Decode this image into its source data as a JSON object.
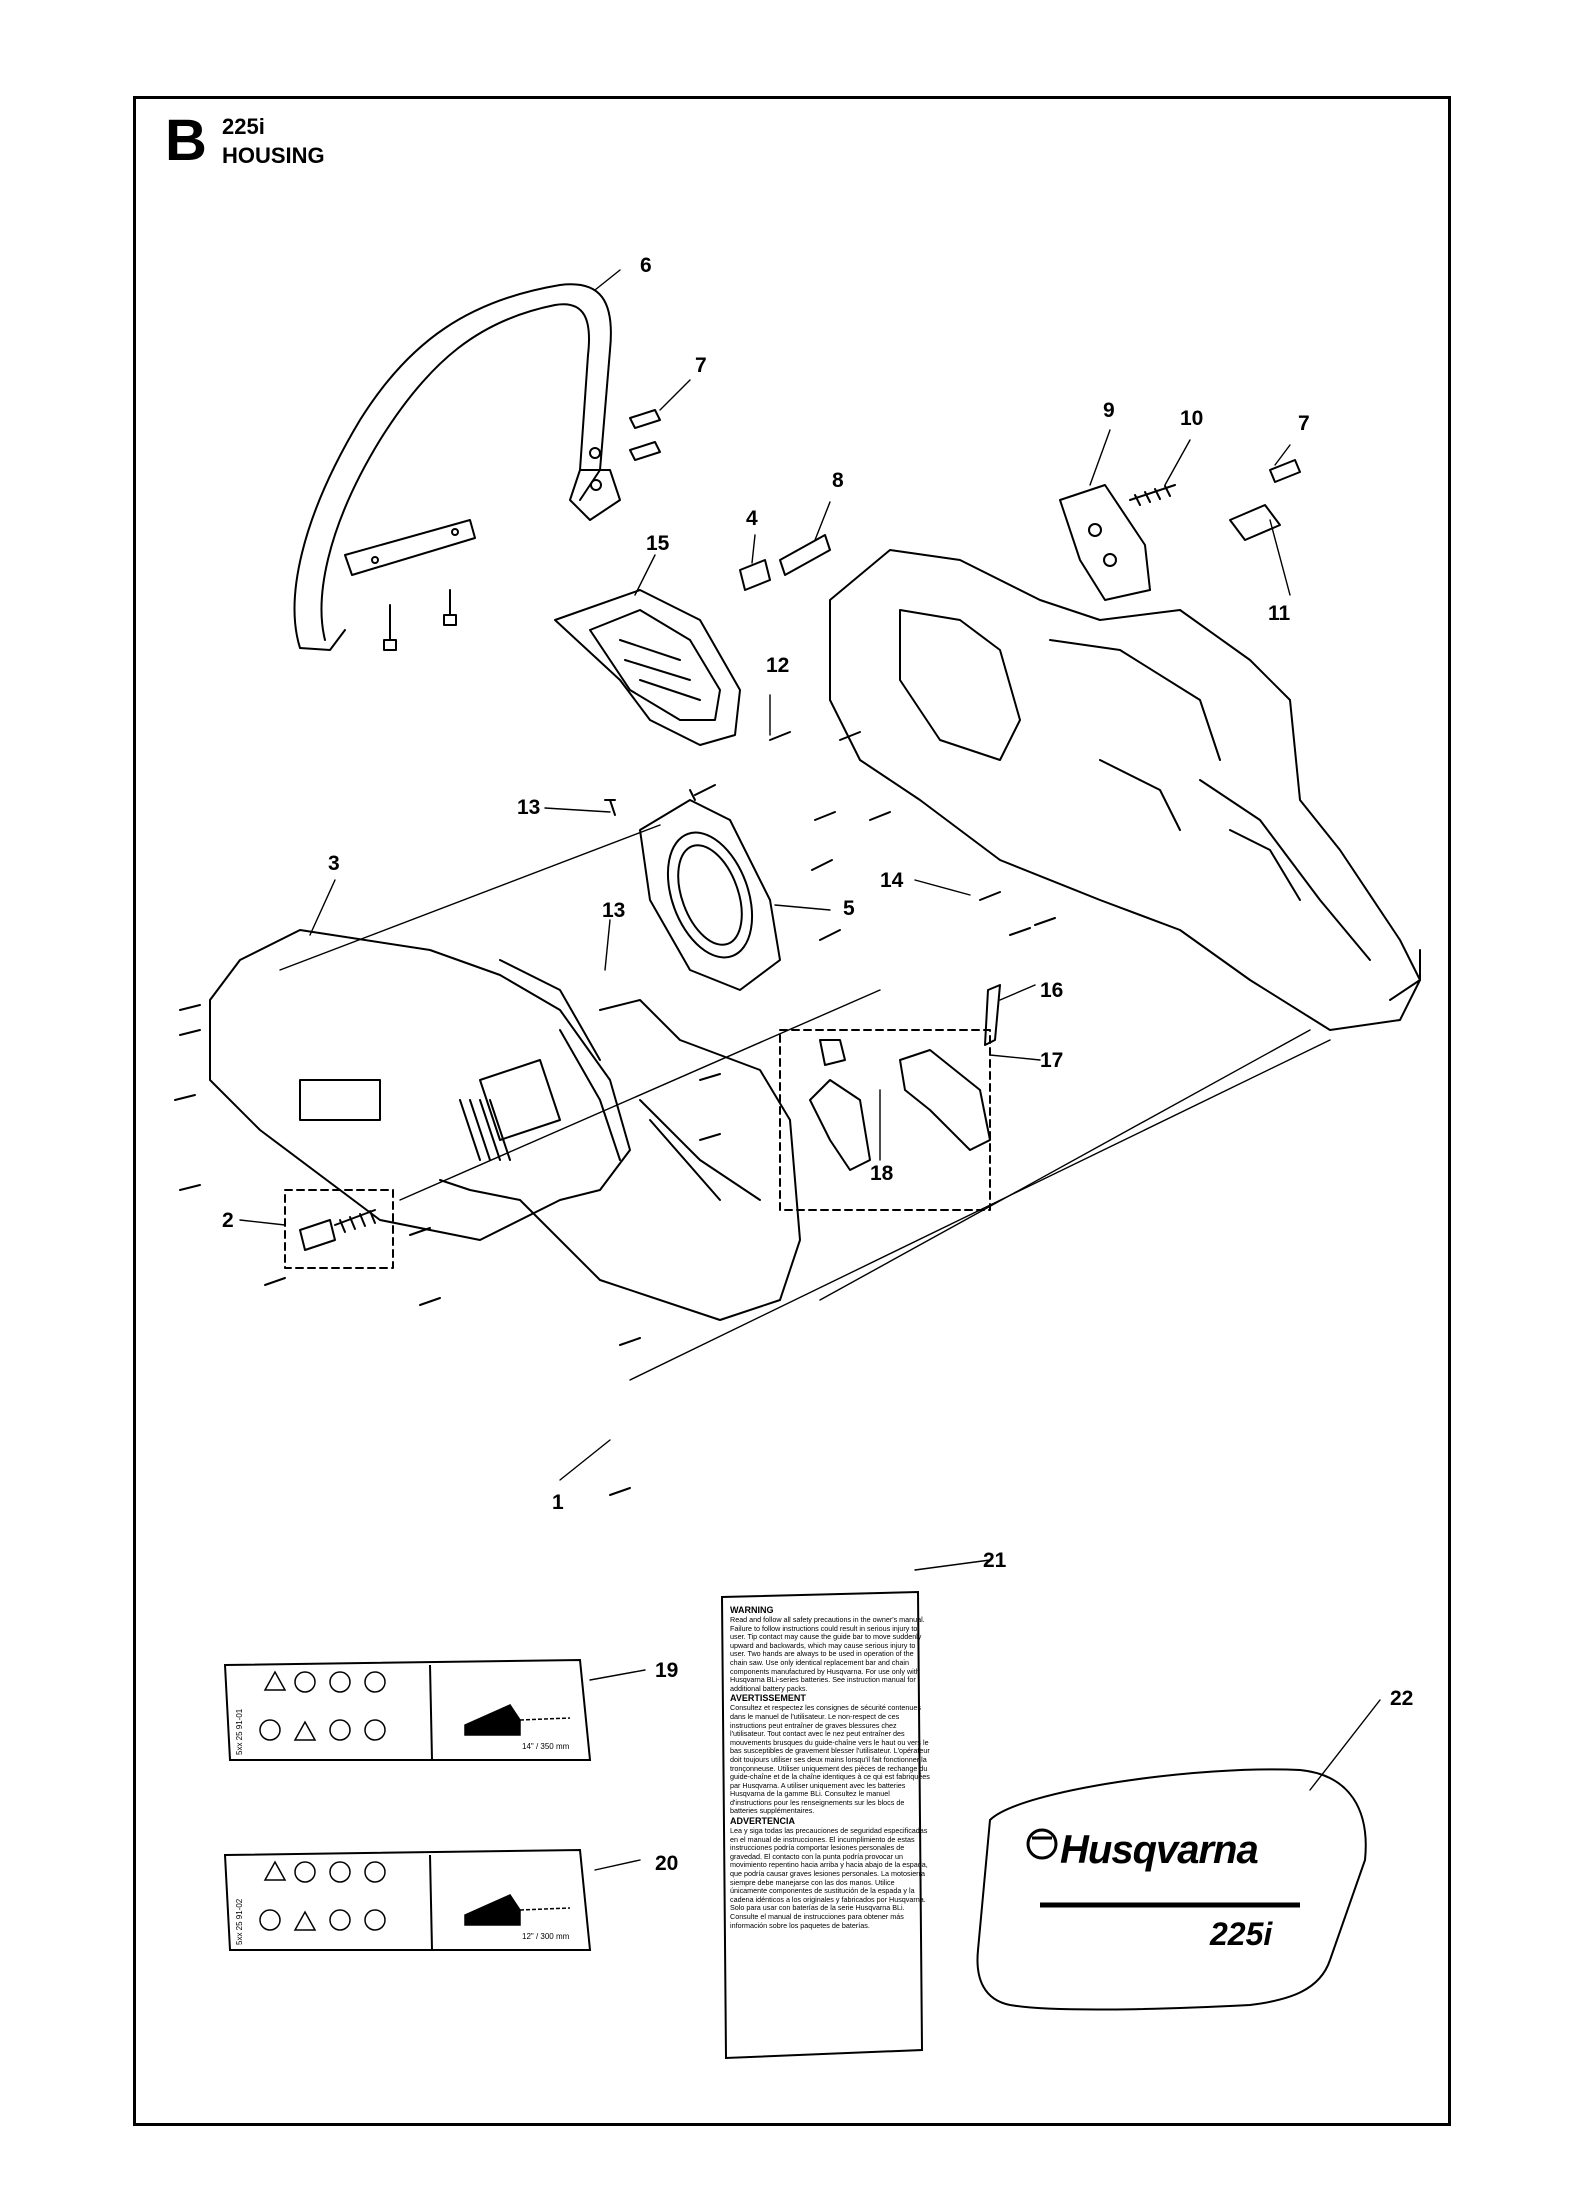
{
  "header": {
    "section_letter": "B",
    "model": "225i",
    "title": "HOUSING"
  },
  "callouts": [
    "1",
    "2",
    "3",
    "4",
    "5",
    "6",
    "7",
    "7",
    "8",
    "9",
    "10",
    "11",
    "12",
    "13",
    "13",
    "14",
    "15",
    "16",
    "17",
    "18",
    "19",
    "20",
    "21",
    "22"
  ],
  "decals": {
    "decal_19": {
      "size_label": "14\" / 350 mm",
      "part_no": "5xx 25 91-01"
    },
    "decal_20": {
      "size_label": "12\" / 300 mm",
      "part_no": "5xx 25 91-02"
    }
  },
  "warning_label": {
    "h1": "WARNING",
    "p1": "Read and follow all safety precautions in the owner's manual. Failure to follow instructions could result in serious injury to user. Tip contact may cause the guide bar to move suddenly upward and backwards, which may cause serious injury to user. Two hands are always to be used in operation of the chain saw. Use only identical replacement bar and chain components manufactured by Husqvarna. For use only with Husqvarna BLi-series batteries. See instruction manual for additional battery packs.",
    "h2": "AVERTISSEMENT",
    "p2": "Consultez et respectez les consignes de sécurité contenues dans le manuel de l'utilisateur. Le non-respect de ces instructions peut entraîner de graves blessures chez l'utilisateur. Tout contact avec le nez peut entraîner des mouvements brusques du guide-chaîne vers le haut ou vers le bas susceptibles de gravement blesser l'utilisateur. L'opérateur doit toujours utiliser ses deux mains lorsqu'il fait fonctionner la tronçonneuse. Utiliser uniquement des pièces de rechange du guide-chaîne et de la chaîne identiques à ce qui est fabriquées par Husqvarna. A utiliser uniquement avec les batteries Husqvarna de la gamme BLi. Consultez le manuel d'instructions pour les renseignements sur les blocs de batteries supplémentaires.",
    "h3": "ADVERTENCIA",
    "p3": "Lea y siga todas las precauciones de seguridad especificadas en el manual de instrucciones. El incumplimiento de estas instrucciones podría comportar lesiones personales de gravedad. El contacto con la punta podría provocar un movimiento repentino hacia arriba y hacia abajo de la espada, que podría causar graves lesiones personales. La motosierra siempre debe manejarse con las dos manos. Utilice únicamente componentes de sustitución de la espada y la cadena idénticos a los originales y fabricados por Husqvarna. Solo para usar con baterías de la serie Husqvarna BLi. Consulte el manual de instrucciones para obtener más información sobre los paquetes de baterías."
  },
  "brand_decal": {
    "brand": "Husqvarna",
    "model": "225i"
  }
}
